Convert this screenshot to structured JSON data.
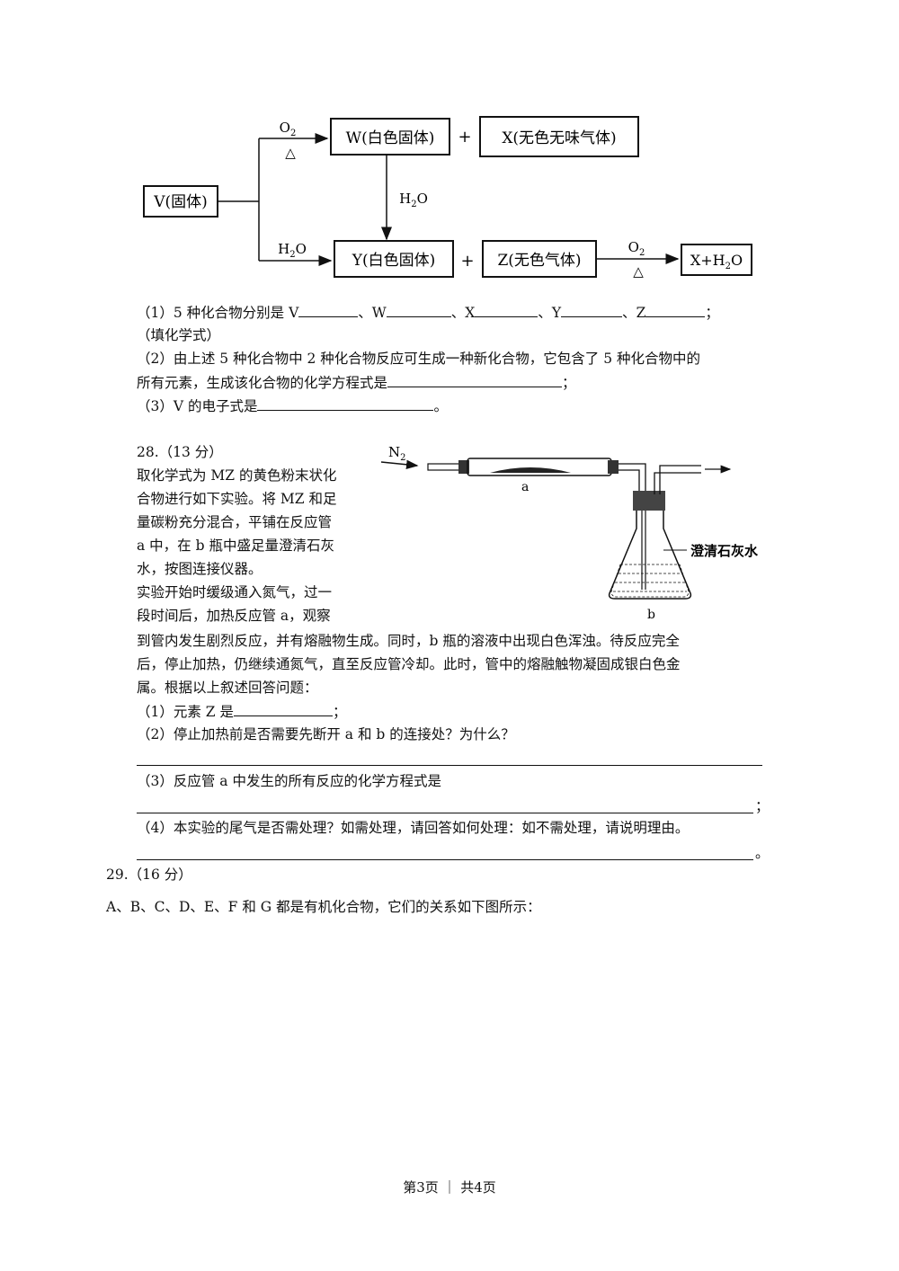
{
  "flow_diagram": {
    "v_box": "V(固体)",
    "w_box": "W(白色固体)",
    "x_box": "X(无色无味气体)",
    "y_box": "Y(白色固体)",
    "z_box": "Z(无色气体)",
    "product_box": "X+H",
    "product_sub": "2",
    "product_tail": "O",
    "plus": "+",
    "o2_label": "O",
    "o2_sub": "2",
    "heat": "△",
    "h2o_h": "H",
    "h2o_sub": "2",
    "h2o_o": "O"
  },
  "q27": {
    "p1_a": "（1）5 种化合物分别是 V",
    "sep": "、",
    "w": "W",
    "x": "X",
    "y": "Y",
    "z": "Z",
    "p1_end": "；",
    "p1_b": "（填化学式）",
    "p2_a": "（2）由上述 5 种化合物中 2 种化合物反应可生成一种新化合物，它包含了 5 种化合物中的",
    "p2_b": "所有元素，生成该化合物的化学方程式是",
    "p2_end": "；",
    "p3": "（3）V 的电子式是",
    "p3_end": "。"
  },
  "q28": {
    "heading": "28.（13 分）",
    "l1": "取化学式为 MZ 的黄色粉末状化",
    "l2": "合物进行如下实验。将 MZ 和足",
    "l3": "量碳粉充分混合，平铺在反应管",
    "l4": "a 中，在 b 瓶中盛足量澄清石灰",
    "l5": "水，按图连接仪器。",
    "l6": "实验开始时缓级通入氮气，过一",
    "l7": "段时间后，加热反应管 a，观察",
    "l8": "到管内发生剧烈反应，并有熔融物生成。同时，b 瓶的溶液中出现白色浑浊。待反应完全",
    "l9": "后，停止加热，仍继续通氮气，直至反应管冷却。此时，管中的熔融触物凝固成银白色金",
    "l10": "属。根据以上叙述回答问题：",
    "q1": "（1）元素 Z 是",
    "q1_end": "；",
    "q2": "（2）停止加热前是否需要先断开 a 和 b 的连接处？为什么？",
    "q3": "（3）反应管 a 中发生的所有反应的化学方程式是",
    "q3_end": "；",
    "q4": "（4）本实验的尾气是否需处理？如需处理，请回答如何处理：如不需处理，请说明理由。",
    "q4_end": "。",
    "apparatus": {
      "n2": "N",
      "n2_sub": "2",
      "a": "a",
      "b": "b",
      "limewater": "澄清石灰水"
    }
  },
  "q29": {
    "heading": "29.（16 分）",
    "intro": "A、B、C、D、E、F 和 G 都是有机化合物，它们的关系如下图所示："
  },
  "footer": {
    "page": "第3页 ｜ 共4页"
  }
}
